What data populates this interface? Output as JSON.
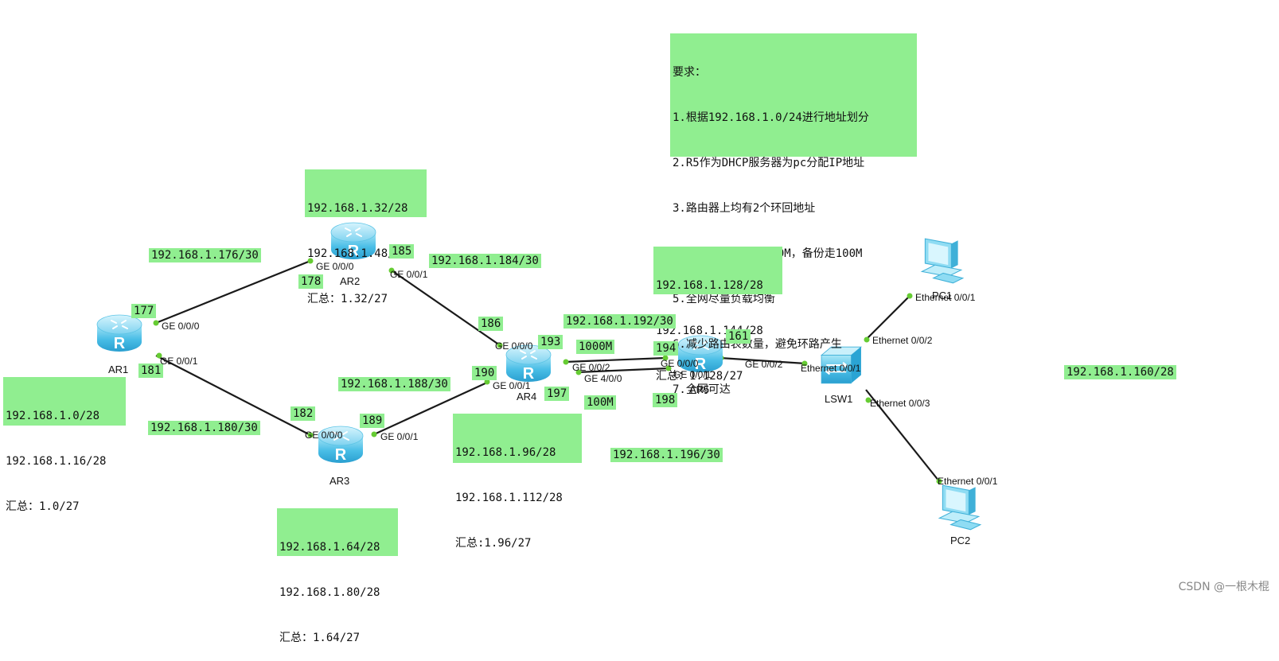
{
  "requirements": [
    "要求：",
    "1.根据192.168.1.0/24进行地址划分",
    "2.R5作为DHCP服务器为pc分配IP地址",
    "3.路由器上均有2个环回地址",
    "4.R4与R5正常走1000M，备份走100M",
    "5.全网尽量负载均衡",
    "6.减少路由表数量，避免环路产生",
    "7.全网可达"
  ],
  "devices": {
    "ar1": "AR1",
    "ar2": "AR2",
    "ar3": "AR3",
    "ar4": "AR4",
    "ar5": "AR5",
    "lsw1": "LSW1",
    "pc1": "PC1",
    "pc2": "PC2"
  },
  "loopbacks": {
    "ar1": [
      "192.168.1.0/28",
      "192.168.1.16/28",
      "汇总：1.0/27"
    ],
    "ar2": [
      "192.168.1.32/28",
      "192.168.1.48/28",
      "汇总：1.32/27"
    ],
    "ar3": [
      "192.168.1.64/28",
      "192.168.1.80/28",
      "汇总：1.64/27"
    ],
    "ar4": [
      "192.168.1.96/28",
      "192.168.1.112/28",
      "汇总:1.96/27"
    ],
    "ar5": [
      "192.168.1.128/28",
      "192.168.1.144/28",
      "汇总：1.128/27"
    ]
  },
  "subnets": {
    "ar1_ar2": "192.168.1.176/30",
    "ar1_ar3": "192.168.1.180/30",
    "ar2_ar4": "192.168.1.184/30",
    "ar3_ar4": "192.168.1.188/30",
    "ar4_ar5_main": "192.168.1.192/30",
    "ar4_ar5_backup": "192.168.1.196/30",
    "pc_lan": "192.168.1.160/28"
  },
  "host_ids": {
    "ar1_ge000": "177",
    "ar1_ge001": "181",
    "ar2_ge000": "178",
    "ar2_ge001": "185",
    "ar3_ge000": "182",
    "ar3_ge001": "189",
    "ar4_ge000": "186",
    "ar4_ge001": "190",
    "ar4_ge002": "193",
    "ar4_ge400": "197",
    "ar5_ge000": "194",
    "ar5_ge001": "198",
    "ar5_ge002": "161"
  },
  "bandwidth": {
    "main": "1000M",
    "backup": "100M"
  },
  "ports": {
    "ar1_p1": "GE 0/0/0",
    "ar1_p2": "GE 0/0/1",
    "ar2_p1": "GE 0/0/0",
    "ar2_p2": "GE 0/0/1",
    "ar3_p1": "GE 0/0/0",
    "ar3_p2": "GE 0/0/1",
    "ar4_p1": "GE 0/0/0",
    "ar4_p2": "GE 0/0/1",
    "ar4_p3": "GE 0/0/2",
    "ar4_p4": "GE 4/0/0",
    "ar5_p1": "GE 0/0/0",
    "ar5_p2": "GE 0/0/1",
    "ar5_p3": "GE 0/0/2",
    "lsw_p1": "Ethernet 0/0/1",
    "lsw_p2": "Ethernet 0/0/2",
    "lsw_p3": "Ethernet 0/0/3",
    "pc1_p": "Ethernet 0/0/1",
    "pc2_p": "Ethernet 0/0/1"
  },
  "watermark": "CSDN @一根木棍",
  "colors": {
    "note_bg": "#90ee90",
    "router_body": "#4fc3e8",
    "link": "#1a1a1a",
    "port_dot": "#66cc33"
  }
}
